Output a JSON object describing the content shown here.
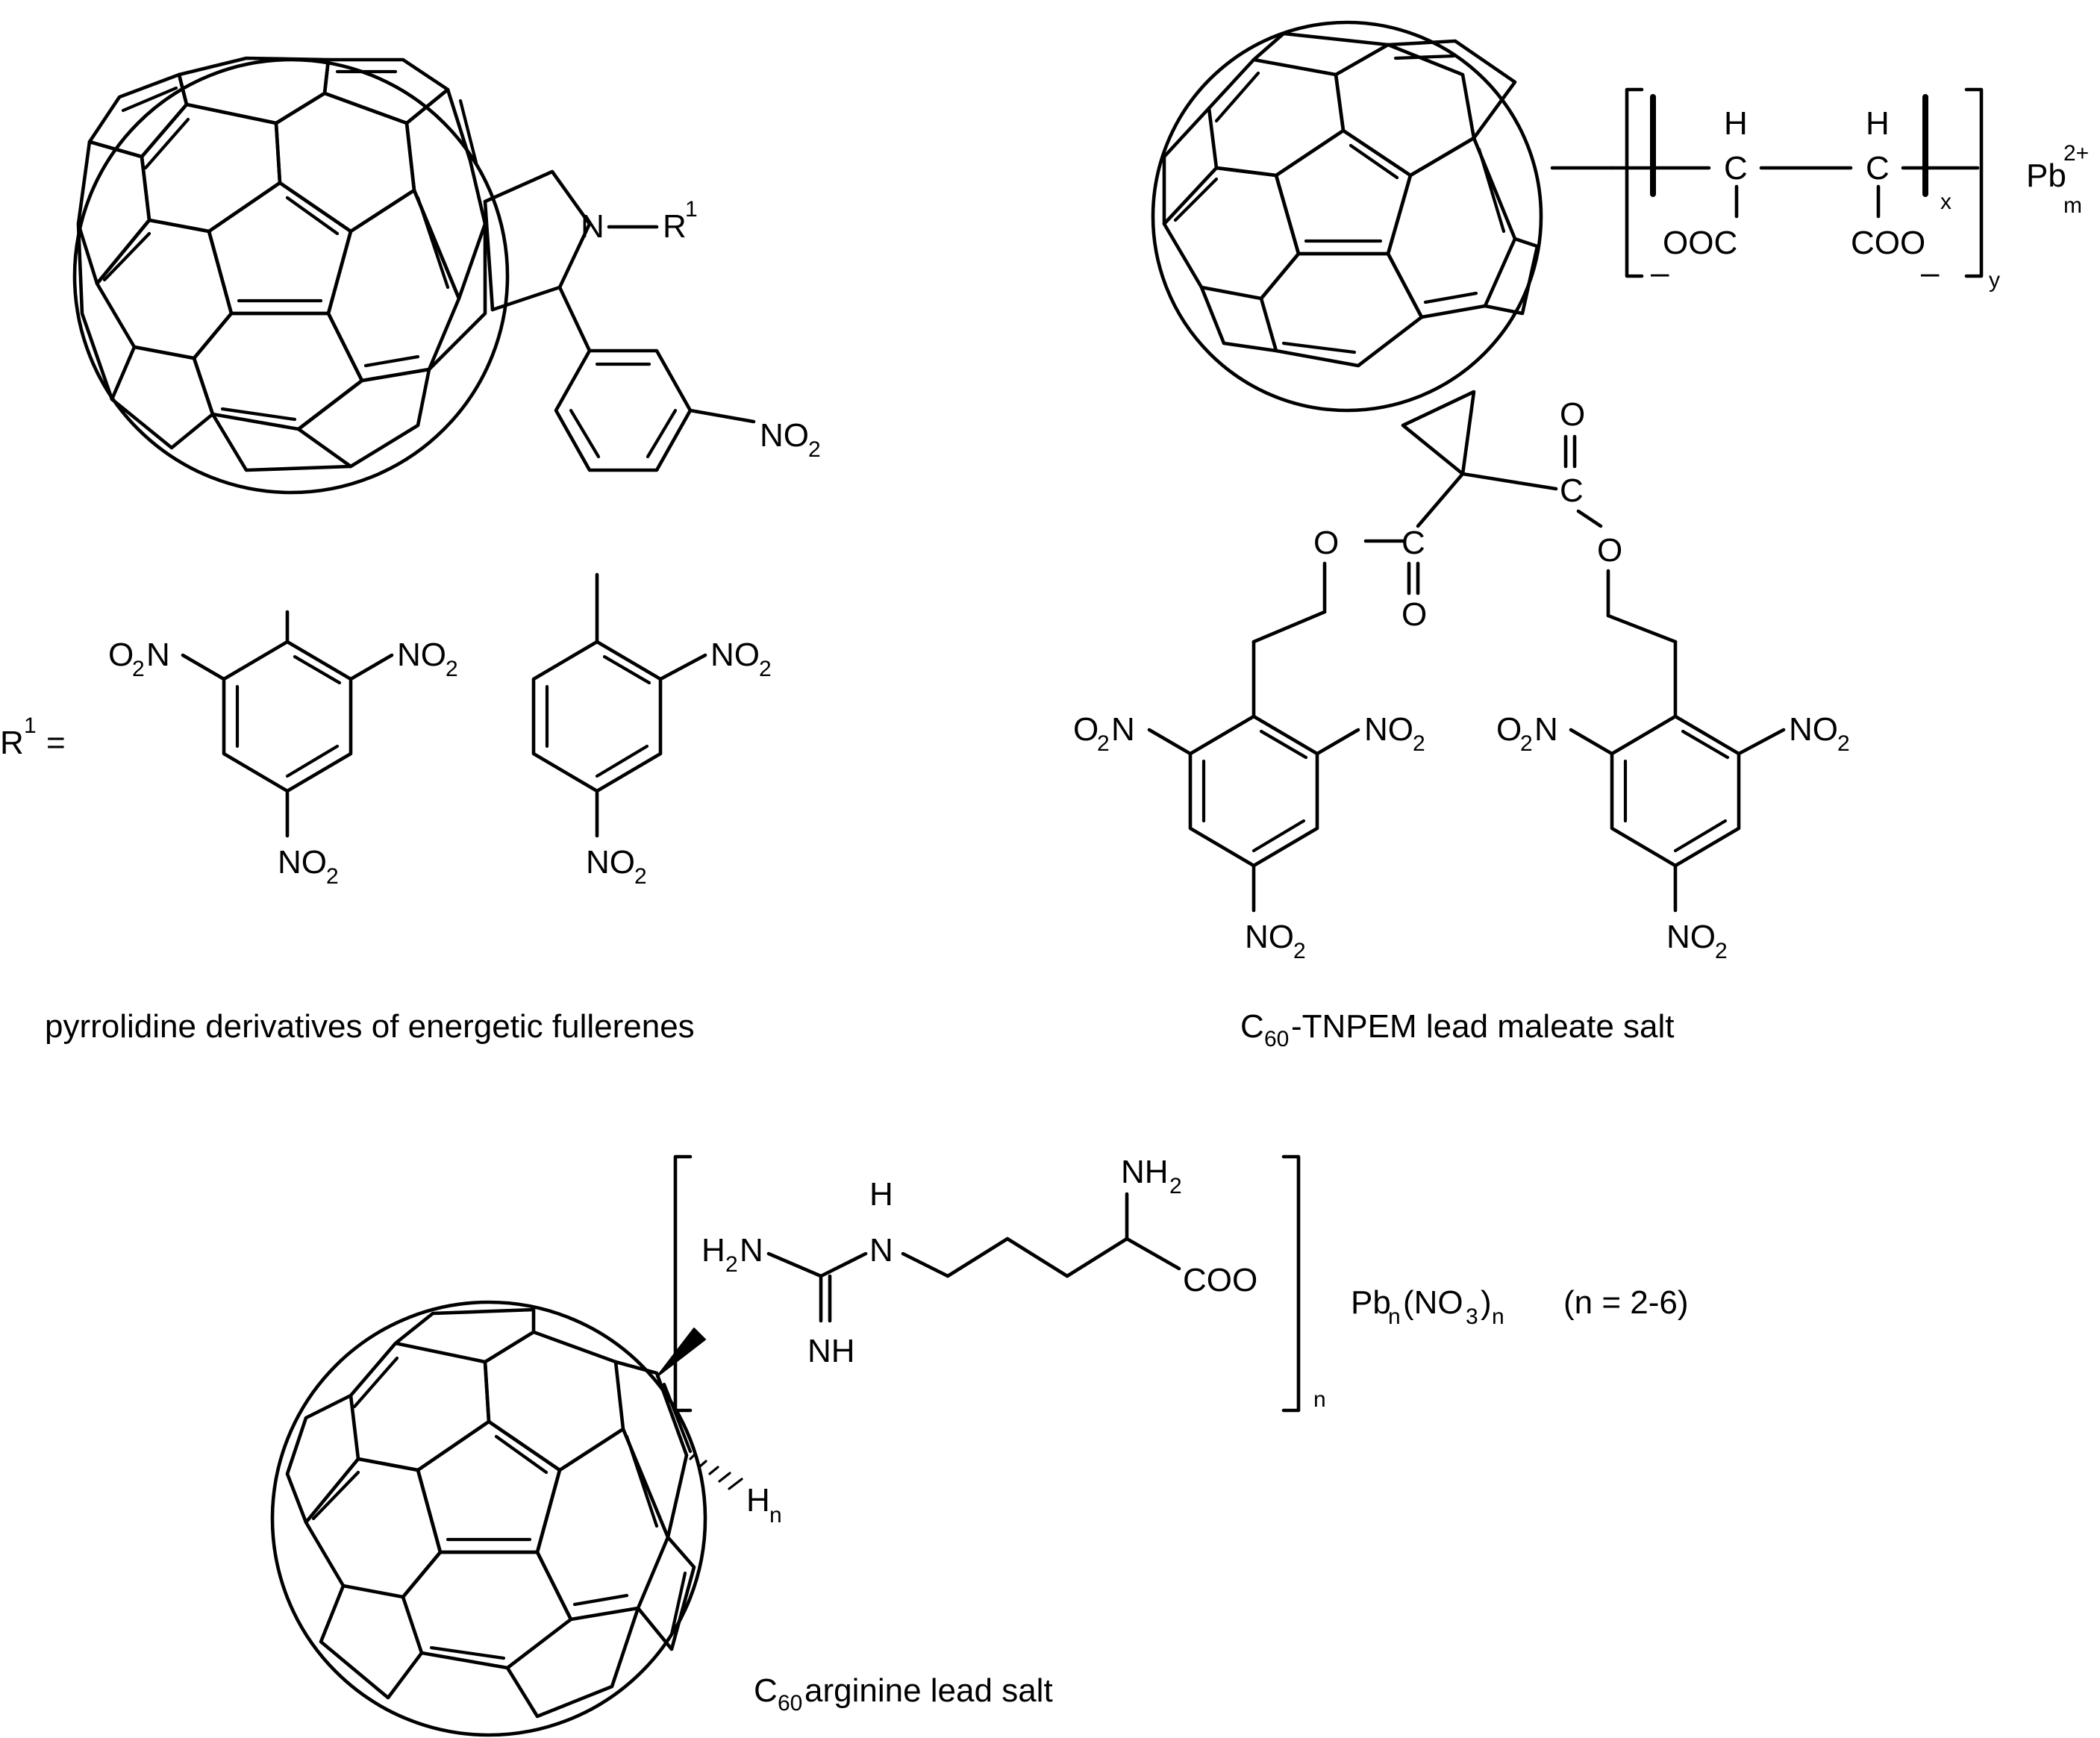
{
  "structures": {
    "pyrrolidine": {
      "caption": "pyrrolidine derivatives of energetic fullerenes",
      "ring_nitrogen": "N",
      "r_group_label": "R",
      "r_group_superscript": "1",
      "r_definition_lhs": "R",
      "r_definition_sup": "1",
      "r_definition_eq": "=",
      "aryl_nitro": "NO",
      "aryl_nitro_sub": "2",
      "option1": {
        "nitro_left": "O",
        "nitro_left_sub": "2",
        "nitro_left_n": "N",
        "nitro_right": "NO",
        "nitro_right_sub": "2",
        "nitro_para": "NO",
        "nitro_para_sub": "2"
      },
      "option2": {
        "nitro_ortho": "NO",
        "nitro_ortho_sub": "2",
        "nitro_para": "NO",
        "nitro_para_sub": "2"
      }
    },
    "tnpem": {
      "caption_main": "C",
      "caption_sub": "60",
      "caption_rest": "-TNPEM lead maleate salt",
      "ch_left_h": "H",
      "ch_left_c": "C",
      "ch_right_h": "H",
      "ch_right_c": "C",
      "carboxylate_left": "OOC",
      "carboxylate_right": "COO",
      "minus_left": "–",
      "minus_right": "–",
      "repeat_x": "x",
      "repeat_y": "y",
      "lead": "Pb",
      "lead_charge": "2+",
      "lead_sub": "m",
      "ester_left": {
        "o_link": "O",
        "c": "C",
        "o_carbonyl": "O"
      },
      "ester_right": {
        "o_link": "O",
        "c": "C",
        "o_carbonyl": "O"
      },
      "left_aryl": {
        "nitro_left": "O",
        "nitro_left_sub": "2",
        "nitro_left_n": "N",
        "nitro_right": "NO",
        "nitro_right_sub": "2",
        "nitro_para": "NO",
        "nitro_para_sub": "2"
      },
      "right_aryl": {
        "nitro_left": "O",
        "nitro_left_sub": "2",
        "nitro_left_n": "N",
        "nitro_right": "NO",
        "nitro_right_sub": "2",
        "nitro_para": "NO",
        "nitro_para_sub": "2"
      }
    },
    "arginine": {
      "caption_main": "C",
      "caption_sub": "60",
      "caption_rest": " arginine lead salt",
      "amine_h2n": "H",
      "amine_h2n_sub": "2",
      "amine_h2n_n": "N",
      "imine_nh": "NH",
      "guanidine_n": "N",
      "guanidine_h": "H",
      "alpha_amine": "NH",
      "alpha_amine_sub": "2",
      "carboxylate": "COO",
      "repeat_n": "n",
      "hydrogen": "H",
      "hydrogen_sub": "n",
      "salt_pb": "Pb",
      "salt_pb_sub": "n",
      "salt_no3": "(NO",
      "salt_no3_sub": "3",
      "salt_close": ")",
      "salt_close_sub": "n",
      "range": "(n = 2-6)"
    }
  }
}
